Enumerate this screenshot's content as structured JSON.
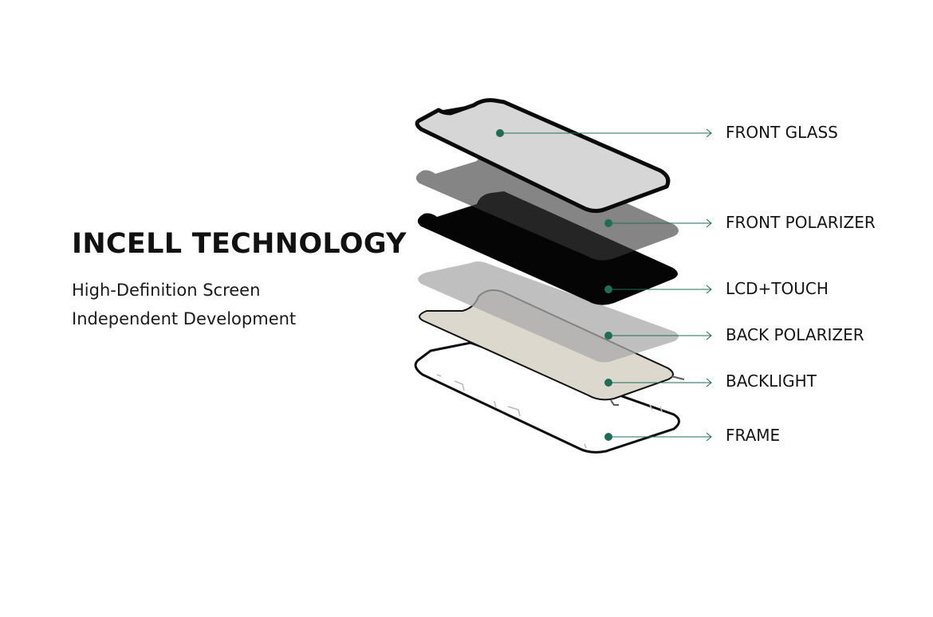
{
  "heading": {
    "title": "INCELL TECHNOLOGY",
    "line1": "High-Definition Screen",
    "line2": "Independent Development"
  },
  "layers": [
    {
      "label": "FRONT GLASS"
    },
    {
      "label": "FRONT POLARIZER"
    },
    {
      "label": "LCD+TOUCH"
    },
    {
      "label": "BACK POLARIZER"
    },
    {
      "label": "BACKLIGHT"
    },
    {
      "label": "FRAME"
    }
  ],
  "colors": {
    "callout": "#1e6e55",
    "text": "#111111"
  }
}
